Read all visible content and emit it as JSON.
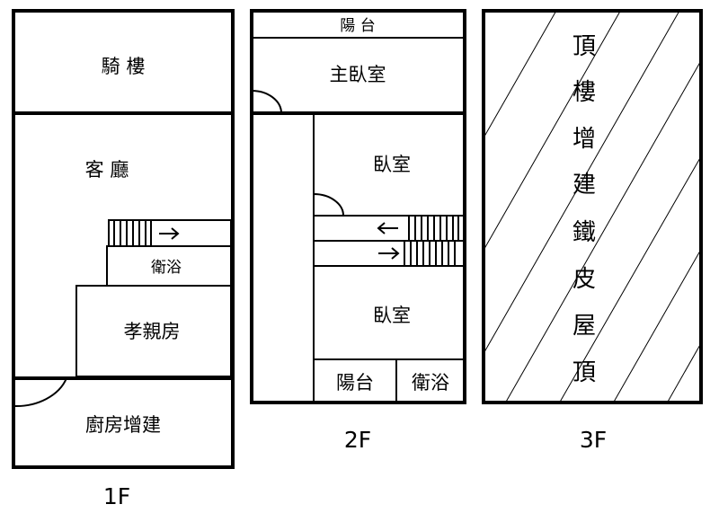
{
  "floors": {
    "f1": {
      "label": "1F",
      "rooms": {
        "arcade": "騎 樓",
        "living": "客 廳",
        "bath": "衛浴",
        "parents": "孝親房",
        "kitchen": "廚房增建"
      }
    },
    "f2": {
      "label": "2F",
      "rooms": {
        "balcony_top": "陽 台",
        "master": "主臥室",
        "bedroom1": "臥室",
        "bedroom2": "臥室",
        "balcony_bottom": "陽台",
        "bath": "衛浴"
      }
    },
    "f3": {
      "label": "3F",
      "note_chars": [
        "頂",
        "樓",
        "增",
        "建",
        "鐵",
        "皮",
        "屋",
        "頂"
      ]
    }
  }
}
